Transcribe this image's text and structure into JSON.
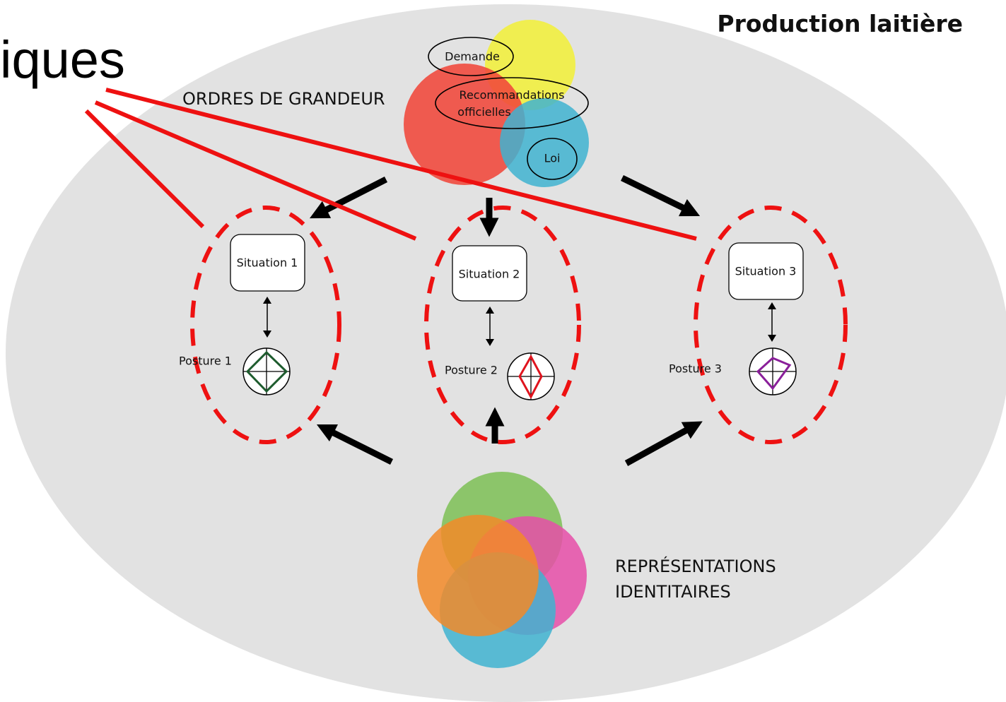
{
  "corner_text": "iques",
  "context_label": "Production laitière",
  "orders_label": "ORDRES DE GRANDEUR",
  "identity_label_line1": "REPRÉSENTATIONS",
  "identity_label_line2": "IDENTITAIRES",
  "top_venn": {
    "demande": "Demande",
    "recommandations_line1": "Recommandations",
    "recommandations_line2": "officielles",
    "loi": "Loi"
  },
  "situations": [
    {
      "situation": "Situation 1",
      "posture": "Posture 1",
      "color": "#1e5c2e"
    },
    {
      "situation": "Situation 2",
      "posture": "Posture 2",
      "color": "#e0141e"
    },
    {
      "situation": "Situation 3",
      "posture": "Posture 3",
      "color": "#8a1f9a"
    }
  ],
  "colors": {
    "background_ellipse": "#e2e2e2",
    "yellow": "#f2f040",
    "red": "#f0473a",
    "teal": "#4bb7cf",
    "green": "#7dbf55",
    "orange": "#f28a28",
    "magenta": "#e64ea8",
    "blue": "#3fb3d0",
    "dashed_red": "#ee1111",
    "connector_red": "#ee1111"
  }
}
